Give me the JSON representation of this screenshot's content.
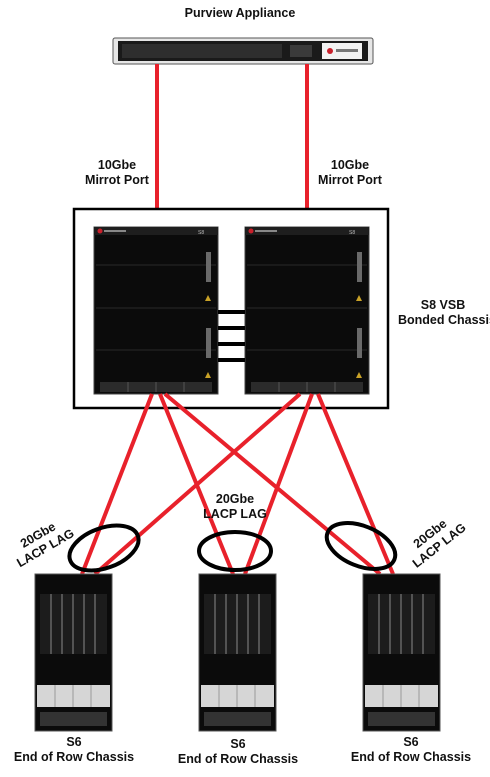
{
  "appliance": {
    "title": "Purview Appliance"
  },
  "mirror_ports": [
    {
      "speed": "10Gbe",
      "name": "Mirrot Port"
    },
    {
      "speed": "10Gbe",
      "name": "Mirrot Port"
    }
  ],
  "core": {
    "line1": "S8 VSB",
    "line2": "Bonded Chassis",
    "badge": "S8"
  },
  "lags": [
    {
      "speed": "20Gbe",
      "name": "LACP LAG"
    },
    {
      "speed": "20Gbe",
      "name": "LACP LAG"
    },
    {
      "speed": "20Gbe",
      "name": "LACP LAG"
    }
  ],
  "edges": [
    {
      "model": "S6",
      "role": "End of Row Chassis"
    },
    {
      "model": "S6",
      "role": "End of Row Chassis"
    },
    {
      "model": "S6",
      "role": "End of Row Chassis"
    }
  ],
  "colors": {
    "link": "#e8212b",
    "device": "#0b0b0b",
    "frame": "#000000"
  }
}
